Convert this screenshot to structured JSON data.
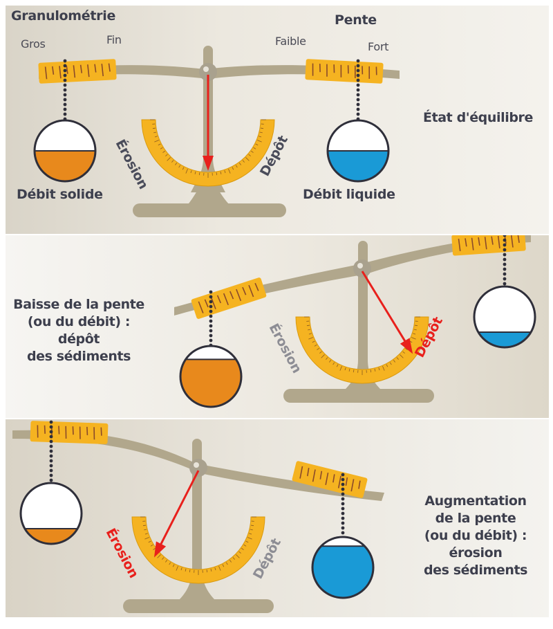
{
  "title": "Balance de Lane : équilibre dynamique d'un cours d'eau",
  "colors": {
    "sediment": "#e8891c",
    "water": "#1a9ad6",
    "ruler": "#f5b321",
    "beam": "#b1a78c",
    "arrow": "#e8201c",
    "text": "#3d3f4d",
    "highlight_text": "#e8201c",
    "muted_text": "#8d8d94"
  },
  "panels": [
    {
      "id": "equilibrium",
      "caption_lines": [
        "État d'équilibre"
      ],
      "left_scale_title": "Granulométrie",
      "left_scale_min": "Gros",
      "left_scale_max": "Fin",
      "right_scale_title": "Pente",
      "right_scale_min": "Faible",
      "right_scale_max": "Fort",
      "left_weight_label": "Débit solide",
      "right_weight_label": "Débit liquide",
      "gauge_left": "Érosion",
      "gauge_right": "Dépôt",
      "highlighted": "none",
      "sediment_fill": 0.5,
      "water_fill": 0.5,
      "needle_deflection": 0
    },
    {
      "id": "decrease",
      "caption_lines": [
        "Baisse de la pente",
        "(ou du débit) :",
        "dépôt",
        "des sédiments"
      ],
      "gauge_left": "Érosion",
      "gauge_right": "Dépôt",
      "highlighted": "right",
      "sediment_fill": 0.78,
      "water_fill": 0.25,
      "needle_deflection": 0.35
    },
    {
      "id": "increase",
      "caption_lines": [
        "Augmentation",
        "de la pente",
        "(ou du débit) :",
        "érosion",
        "des sédiments"
      ],
      "gauge_left": "Érosion",
      "gauge_right": "Dépôt",
      "highlighted": "left",
      "sediment_fill": 0.25,
      "water_fill": 0.85,
      "needle_deflection": -0.3
    }
  ]
}
